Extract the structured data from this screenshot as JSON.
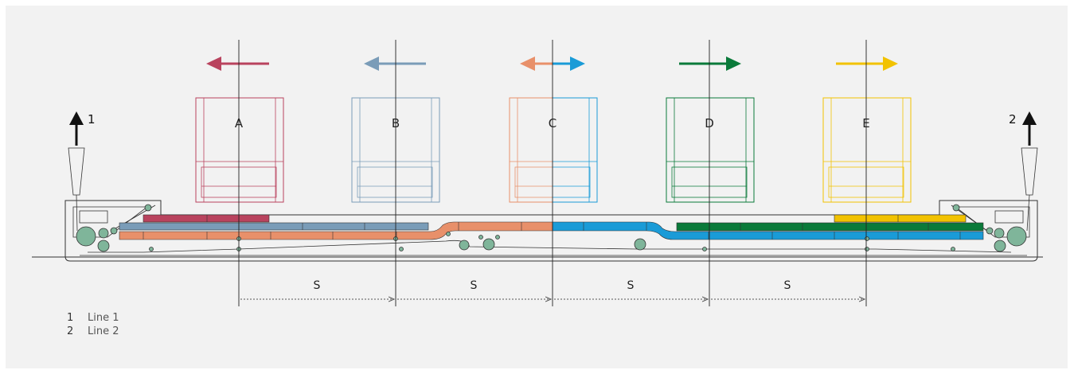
{
  "colors": {
    "A": "#b9435e",
    "B": "#7a9cb8",
    "C_left": "#e8906a",
    "C_right": "#1a9bd7",
    "D": "#0a7a3a",
    "E": "#f2c200",
    "frame": "#333333",
    "roller": "#7fb59a",
    "background": "#f2f2f2"
  },
  "stations": [
    {
      "label": "A",
      "arrow": "left"
    },
    {
      "label": "B",
      "arrow": "left"
    },
    {
      "label": "C",
      "arrow": "both"
    },
    {
      "label": "D",
      "arrow": "right"
    },
    {
      "label": "E",
      "arrow": "right"
    }
  ],
  "spacing_label": "S",
  "lines": [
    {
      "number": "1",
      "name": "Line 1"
    },
    {
      "number": "2",
      "name": "Line 2"
    }
  ]
}
